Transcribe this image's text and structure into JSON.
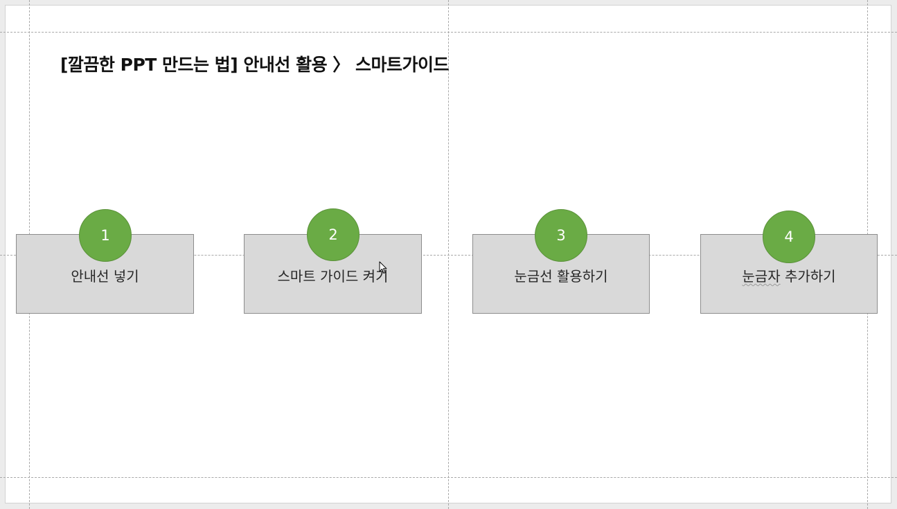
{
  "slide": {
    "title": "[깔끔한 PPT 만드는 법] 안내선 활용 〉 스마트가이드"
  },
  "steps": [
    {
      "number": "1",
      "label": "안내선 넣기"
    },
    {
      "number": "2",
      "label": "스마트 가이드 켜기"
    },
    {
      "number": "3",
      "label": "눈금선 활용하기"
    },
    {
      "number": "4",
      "label_underlined": "눈금자",
      "label_rest": " 추가하기"
    }
  ],
  "colors": {
    "circle": "#6aab45",
    "box": "#d9d9d9",
    "guide": "#a8a8a8"
  },
  "icons": {
    "cursor": "mouse-pointer-icon"
  }
}
